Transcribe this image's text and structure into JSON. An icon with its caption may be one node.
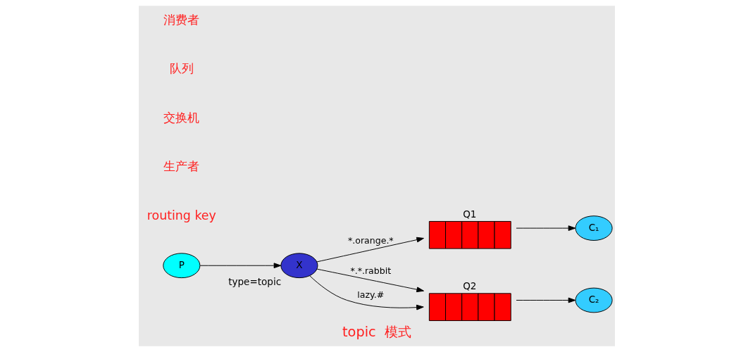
{
  "diagram": {
    "caption": "topic  模式",
    "nodes": [
      {
        "text": [
          "P"
        ]
      },
      {
        "text": [
          "X"
        ],
        "beside": [
          "type=topic"
        ]
      },
      {
        "text": [
          "Q1"
        ]
      },
      {
        "text": [
          "Q2"
        ]
      },
      {
        "text": [
          "C₁"
        ]
      },
      {
        "text": [
          "C₂"
        ]
      }
    ],
    "edges": [
      {
        "from": 0,
        "to": 1,
        "arrow": "to"
      },
      {
        "from": 1,
        "to": 2,
        "arrow": "to",
        "label": "*.orange.*"
      },
      {
        "from": 1,
        "to": 3,
        "arrow": "to",
        "label": "*.*.rabbit"
      },
      {
        "from": 1,
        "to": 3,
        "arrow": "to",
        "label": "lazy.#"
      },
      {
        "from": 2,
        "to": 4,
        "arrow": "to"
      },
      {
        "from": 3,
        "to": 5,
        "arrow": "to"
      }
    ],
    "labels": [
      "routing key",
      "生产者",
      "交换机",
      "队列",
      "消费者"
    ]
  }
}
